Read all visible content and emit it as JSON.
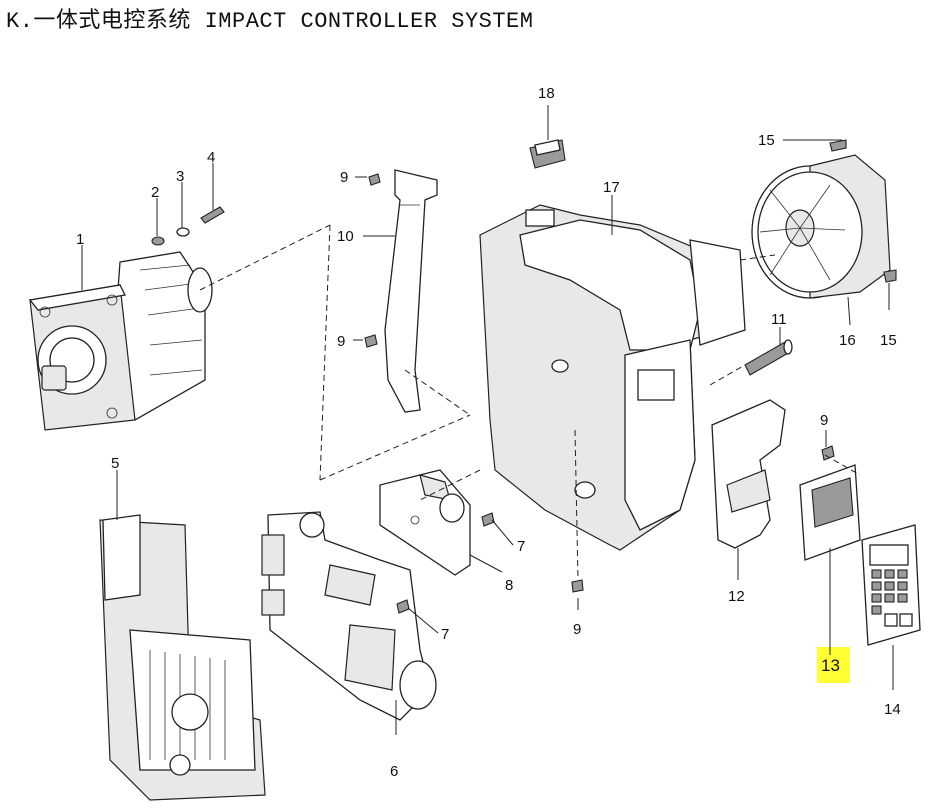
{
  "title": "K.一体式电控系统 IMPACT CONTROLLER SYSTEM",
  "parts": [
    {
      "label": "1"
    },
    {
      "label": "2"
    },
    {
      "label": "3"
    },
    {
      "label": "4"
    },
    {
      "label": "5"
    },
    {
      "label": "6"
    },
    {
      "label": "7"
    },
    {
      "label": "7"
    },
    {
      "label": "8"
    },
    {
      "label": "9"
    },
    {
      "label": "9"
    },
    {
      "label": "9"
    },
    {
      "label": "9"
    },
    {
      "label": "10"
    },
    {
      "label": "11"
    },
    {
      "label": "12"
    },
    {
      "label": "13",
      "highlighted": true
    },
    {
      "label": "14"
    },
    {
      "label": "15"
    },
    {
      "label": "15"
    },
    {
      "label": "16"
    },
    {
      "label": "17"
    },
    {
      "label": "18"
    }
  ],
  "highlight_color": "#ffff33"
}
